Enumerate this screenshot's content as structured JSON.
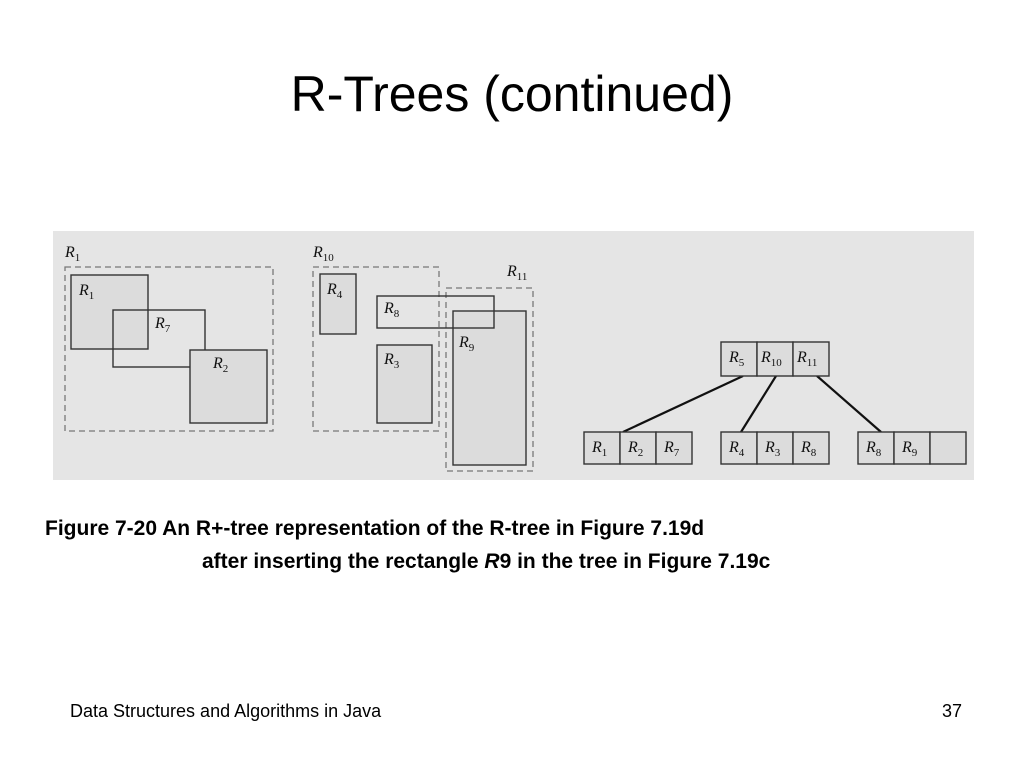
{
  "slide": {
    "title": "R-Trees (continued)"
  },
  "figure": {
    "labels": {
      "R1": [
        "R",
        "1"
      ],
      "R2": [
        "R",
        "2"
      ],
      "R3": [
        "R",
        "3"
      ],
      "R4": [
        "R",
        "4"
      ],
      "R7": [
        "R",
        "7"
      ],
      "R8": [
        "R",
        "8"
      ],
      "R9": [
        "R",
        "9"
      ],
      "R10": [
        "R",
        "10"
      ],
      "R11": [
        "R",
        "11"
      ],
      "R5": [
        "R",
        "5"
      ]
    },
    "tree": {
      "root": [
        "R5",
        "R10",
        "R11"
      ],
      "children": [
        [
          "R1",
          "R2",
          "R7"
        ],
        [
          "R4",
          "R3",
          "R8"
        ],
        [
          "R8",
          "R9",
          ""
        ]
      ]
    }
  },
  "caption": {
    "line1": "Figure 7-20 An R+-tree representation of the R-tree in Figure 7.19d",
    "line2_before": "after inserting the rectangle ",
    "line2_italic": "R",
    "line2_after": "9 in the tree in Figure 7.19c"
  },
  "footer": {
    "course": "Data Structures and Algorithms in Java",
    "page": "37"
  },
  "colors": {
    "panel_bg": "#e5e5e5",
    "box_fill": "#dcdcdc"
  }
}
